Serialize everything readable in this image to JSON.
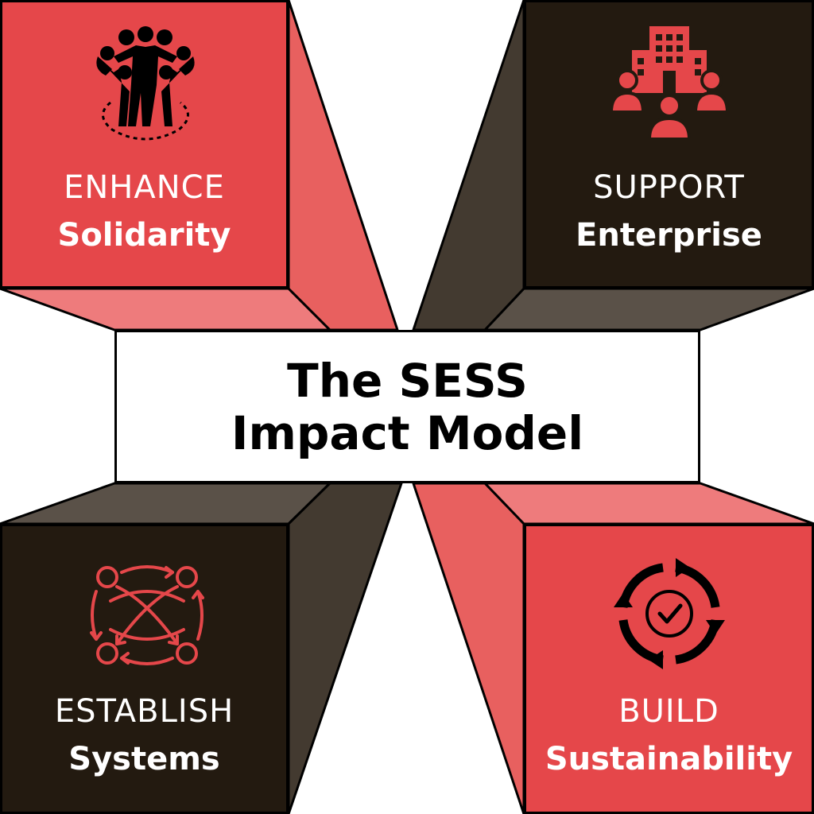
{
  "colors": {
    "accent_red": "#e5474a",
    "dark": "#231a10",
    "red_side_light": "#ee7b7c",
    "red_side_mid": "#e8605f",
    "dark_side_light": "#5a5148",
    "dark_side_mid": "#433a30",
    "icon_red": "#e5474a",
    "icon_black": "#000000"
  },
  "center": {
    "line1": "The SESS",
    "line2": "Impact Model"
  },
  "panels": [
    {
      "verb": "ENHANCE",
      "noun": "Solidarity",
      "icon": "people-circle-icon"
    },
    {
      "verb": "SUPPORT",
      "noun": "Enterprise",
      "icon": "enterprise-community-icon"
    },
    {
      "verb": "ESTABLISH",
      "noun": "Systems",
      "icon": "network-cycle-icon"
    },
    {
      "verb": "BUILD",
      "noun": "Sustainability",
      "icon": "sustainability-cycle-icon"
    }
  ]
}
